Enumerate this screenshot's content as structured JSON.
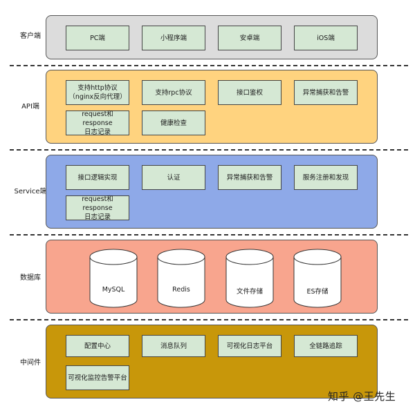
{
  "layers": {
    "client": {
      "label": "客户端",
      "items": [
        "PC端",
        "小程序端",
        "安卓端",
        "iOS端"
      ]
    },
    "api": {
      "label": "API端",
      "items": [
        "支持http协议\n（nginx反向代理）",
        "支持rpc协议",
        "接口鉴权",
        "异常捕获和告警",
        "request和response\n日志记录",
        "健康检查"
      ]
    },
    "service": {
      "label": "Service端",
      "items": [
        "接口逻辑实现",
        "认证",
        "异常捕获和告警",
        "服务注册和发现",
        "request和response\n日志记录"
      ]
    },
    "database": {
      "label": "数据库",
      "items": [
        "MySQL",
        "Redis",
        "文件存储",
        "ES存储"
      ]
    },
    "middleware": {
      "label": "中间件",
      "items": [
        "配置中心",
        "消息队列",
        "可视化日志平台",
        "全链路追踪",
        "可视化监控告警平台"
      ]
    }
  },
  "colors": {
    "client_band": "#dcdcdc",
    "api_band": "#ffd37f",
    "service_band": "#8ea9e8",
    "database_band": "#f8a58e",
    "middleware_band": "#c8970a",
    "box_fill": "#d5e8d4"
  },
  "watermark": "知乎 @王先生"
}
